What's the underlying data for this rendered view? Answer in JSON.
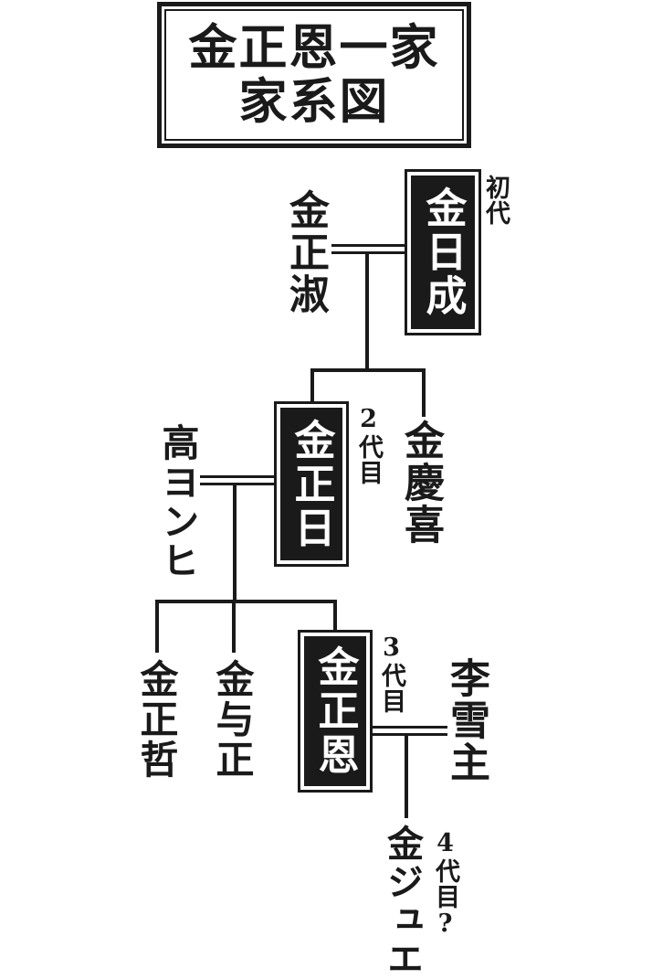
{
  "title": {
    "line1": "金正恩一家",
    "line2": "家系図"
  },
  "generations": {
    "gen1_label": "初代",
    "gen2_label": "2代目",
    "gen3_label": "3代目",
    "gen4_label": "4代目?"
  },
  "people": {
    "kim_il_sung": "金日成",
    "kim_jong_suk": "金正淑",
    "kim_jong_il": "金正日",
    "kim_kyong_hui": "金慶喜",
    "ko_yong_hui": "高ヨンヒ",
    "kim_jong_chol": "金正哲",
    "kim_yo_jong": "金与正",
    "kim_jong_un": "金正恩",
    "ri_sol_ju": "李雪主",
    "kim_ju_ae": "金ジュエ"
  },
  "structure": {
    "type": "family-tree",
    "marriages": [
      {
        "spouses": [
          "金日成",
          "金正淑"
        ],
        "children": [
          "金正日",
          "金慶喜"
        ]
      },
      {
        "spouses": [
          "金正日",
          "高ヨンヒ"
        ],
        "children": [
          "金正哲",
          "金与正",
          "金正恩"
        ]
      },
      {
        "spouses": [
          "金正恩",
          "李雪主"
        ],
        "children": [
          "金ジュエ"
        ]
      }
    ],
    "highlighted_leaders": [
      "金日成",
      "金正日",
      "金正恩"
    ]
  },
  "colors": {
    "ink": "#1a1a1a",
    "background": "#ffffff",
    "leader_box_fill": "#1a1a1a",
    "leader_box_text": "#ffffff"
  }
}
